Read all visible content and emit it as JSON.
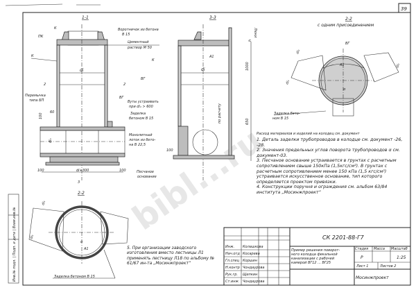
{
  "sheet": {
    "page_number": "39",
    "watermark": "bibl...ru"
  },
  "section_1_1": {
    "title": "1-1",
    "labels": {
      "k_top": "К",
      "pk": "ПК",
      "k_side": "К",
      "collar": "Воротничок из бетона",
      "collar_grade": "B 15",
      "mortar": "Цементный",
      "mortar_grade": "раствор М 50",
      "di": "di",
      "section_2_left": "2",
      "section_2_right": "2",
      "lintel": "Перемычка",
      "lintel_type": "типа БП",
      "bg": "ВГ",
      "hunch": "Вуты устраивать",
      "hunch_cond": "при di₁ > 600",
      "seal": "Заделка",
      "seal_grade": "бетоном B 15",
      "tray": "Монолитный",
      "tray_mat": "лоток из бето-",
      "tray_grade": "на B 22,5",
      "dim_60": "60",
      "dim_100a": "100",
      "dim_di1": "di₁",
      "dim_100_l": "100",
      "dim_di300": "di+300",
      "dim_100_r": "100",
      "sand": "Песчаное",
      "sand2": "основание",
      "section_3": "3"
    }
  },
  "section_3_3": {
    "title": "3-3",
    "labels": {
      "k": "К",
      "bg": "ВГ",
      "a1": "А1",
      "di": "di",
      "dim_1000": "1000",
      "dim_h": "h",
      "dim_650": "650",
      "vertical": "по расчету",
      "hatches": "Люки",
      "dim_100": "100"
    }
  },
  "section_2_2_single": {
    "title": "2-2",
    "subtitle": "с одним присоединением",
    "labels": {
      "bg": "ВГ",
      "a1": "А1",
      "alpha": "α",
      "di1": "di₁",
      "di1b": "di₁",
      "di1c": "di₁",
      "seal": "Заделка бето-",
      "seal2": "ном B 15"
    }
  },
  "section_2_2": {
    "title": "2-2",
    "labels": {
      "a1": "А1",
      "alpha": "α",
      "di1a": "di₁",
      "di1b": "di₁",
      "seal": "Заделка бетоном B 15"
    }
  },
  "notes": {
    "header": "Расход материалов и изделий на колодец см. документ",
    "items": [
      "1. Деталь заделки трубопроводов в колодце см. документ -26, -28.",
      "2. Значения предельных углов поворота трубопроводов α см. документ-03.",
      "3. Песчаное основание устраивается в грунтах с расчетным сопротивлением свыше 150кПа (1,5кгс/см²). В грунтах с расчетным сопротивлением менее 150 кПа (1,5 кгс/см²) устраивается искусственное основание, тип которого определяется проектом привязки.",
      "4. Конструкции поручня и ограждения см. альбом 63/84 института „Мосинжпроект“",
      "5. При организации заводского изготовления вместо лестницы Л1 применять лестницу Л18 по альбому № 61/67 ин-та „Мосинжпроект“"
    ]
  },
  "title_block": {
    "doc_code": "СК 2201-88-Г7",
    "description": [
      "Пример решения поворот-",
      "ного колодца фекальной",
      "канализации с рабочей",
      "камерой ВГ12 ... ВГ25"
    ],
    "headers": {
      "stage": "Стадия",
      "mass": "Масса",
      "scale": "Масштаб"
    },
    "stage": "Р",
    "mass": "",
    "scale": "1:25",
    "sheet": "Лист 1",
    "sheets": "Листов 2",
    "organization": "Мосинжпроект",
    "staff": [
      {
        "role": "Нач.отд",
        "name": "Косарева"
      },
      {
        "role": "Гл.спец",
        "name": "Коршин"
      },
      {
        "role": "Н.контр",
        "name": "Чондаурова"
      },
      {
        "role": "Рук.гр.",
        "name": "Щепкин"
      },
      {
        "role": "Ст.инж",
        "name": "Чондаурова"
      },
      {
        "role": "Инж.",
        "name": "Колашкова"
      }
    ]
  },
  "side_stamp": {
    "text": "Инв.№ подл. | Подп. и дата | Взам.инв.№"
  }
}
